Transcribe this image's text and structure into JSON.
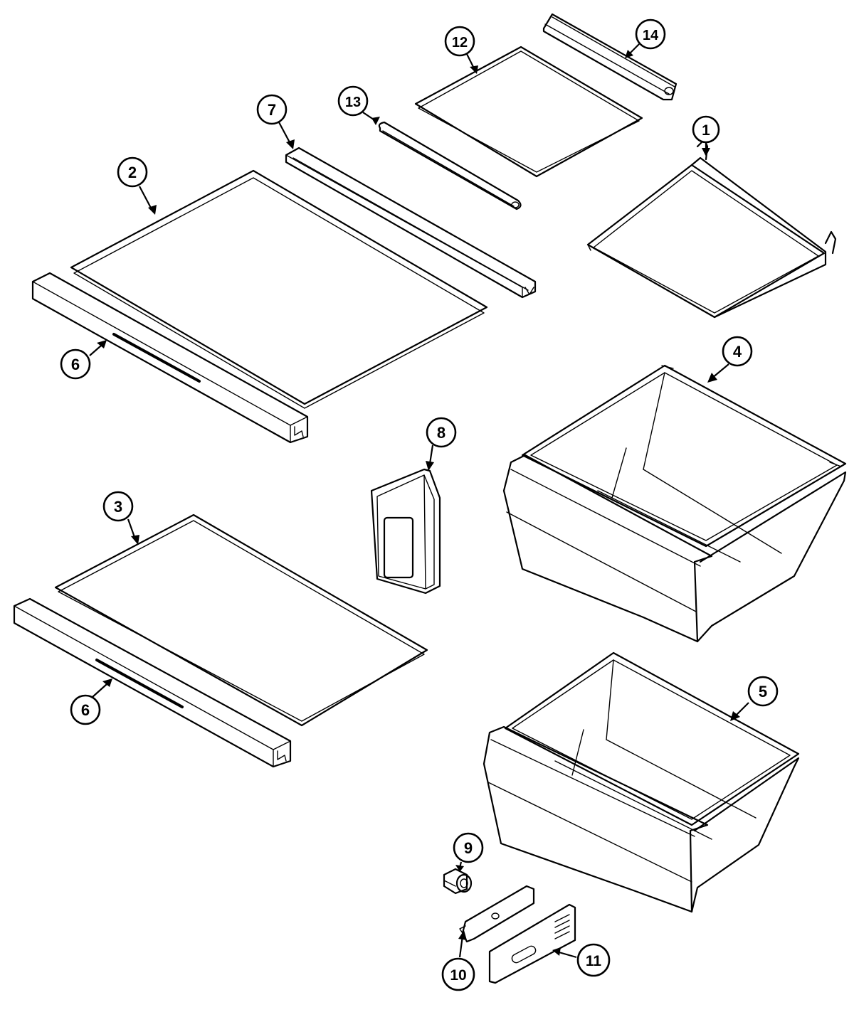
{
  "diagram": {
    "background_color": "#ffffff",
    "line_color": "#000000",
    "callouts": [
      {
        "id": "c1",
        "label": "1"
      },
      {
        "id": "c2",
        "label": "2"
      },
      {
        "id": "c3",
        "label": "3"
      },
      {
        "id": "c4",
        "label": "4"
      },
      {
        "id": "c5",
        "label": "5"
      },
      {
        "id": "c6a",
        "label": "6"
      },
      {
        "id": "c6b",
        "label": "6"
      },
      {
        "id": "c7",
        "label": "7"
      },
      {
        "id": "c8",
        "label": "8"
      },
      {
        "id": "c9",
        "label": "9"
      },
      {
        "id": "c10",
        "label": "10"
      },
      {
        "id": "c11",
        "label": "11"
      },
      {
        "id": "c12",
        "label": "12"
      },
      {
        "id": "c13",
        "label": "13"
      },
      {
        "id": "c14",
        "label": "14"
      }
    ]
  }
}
